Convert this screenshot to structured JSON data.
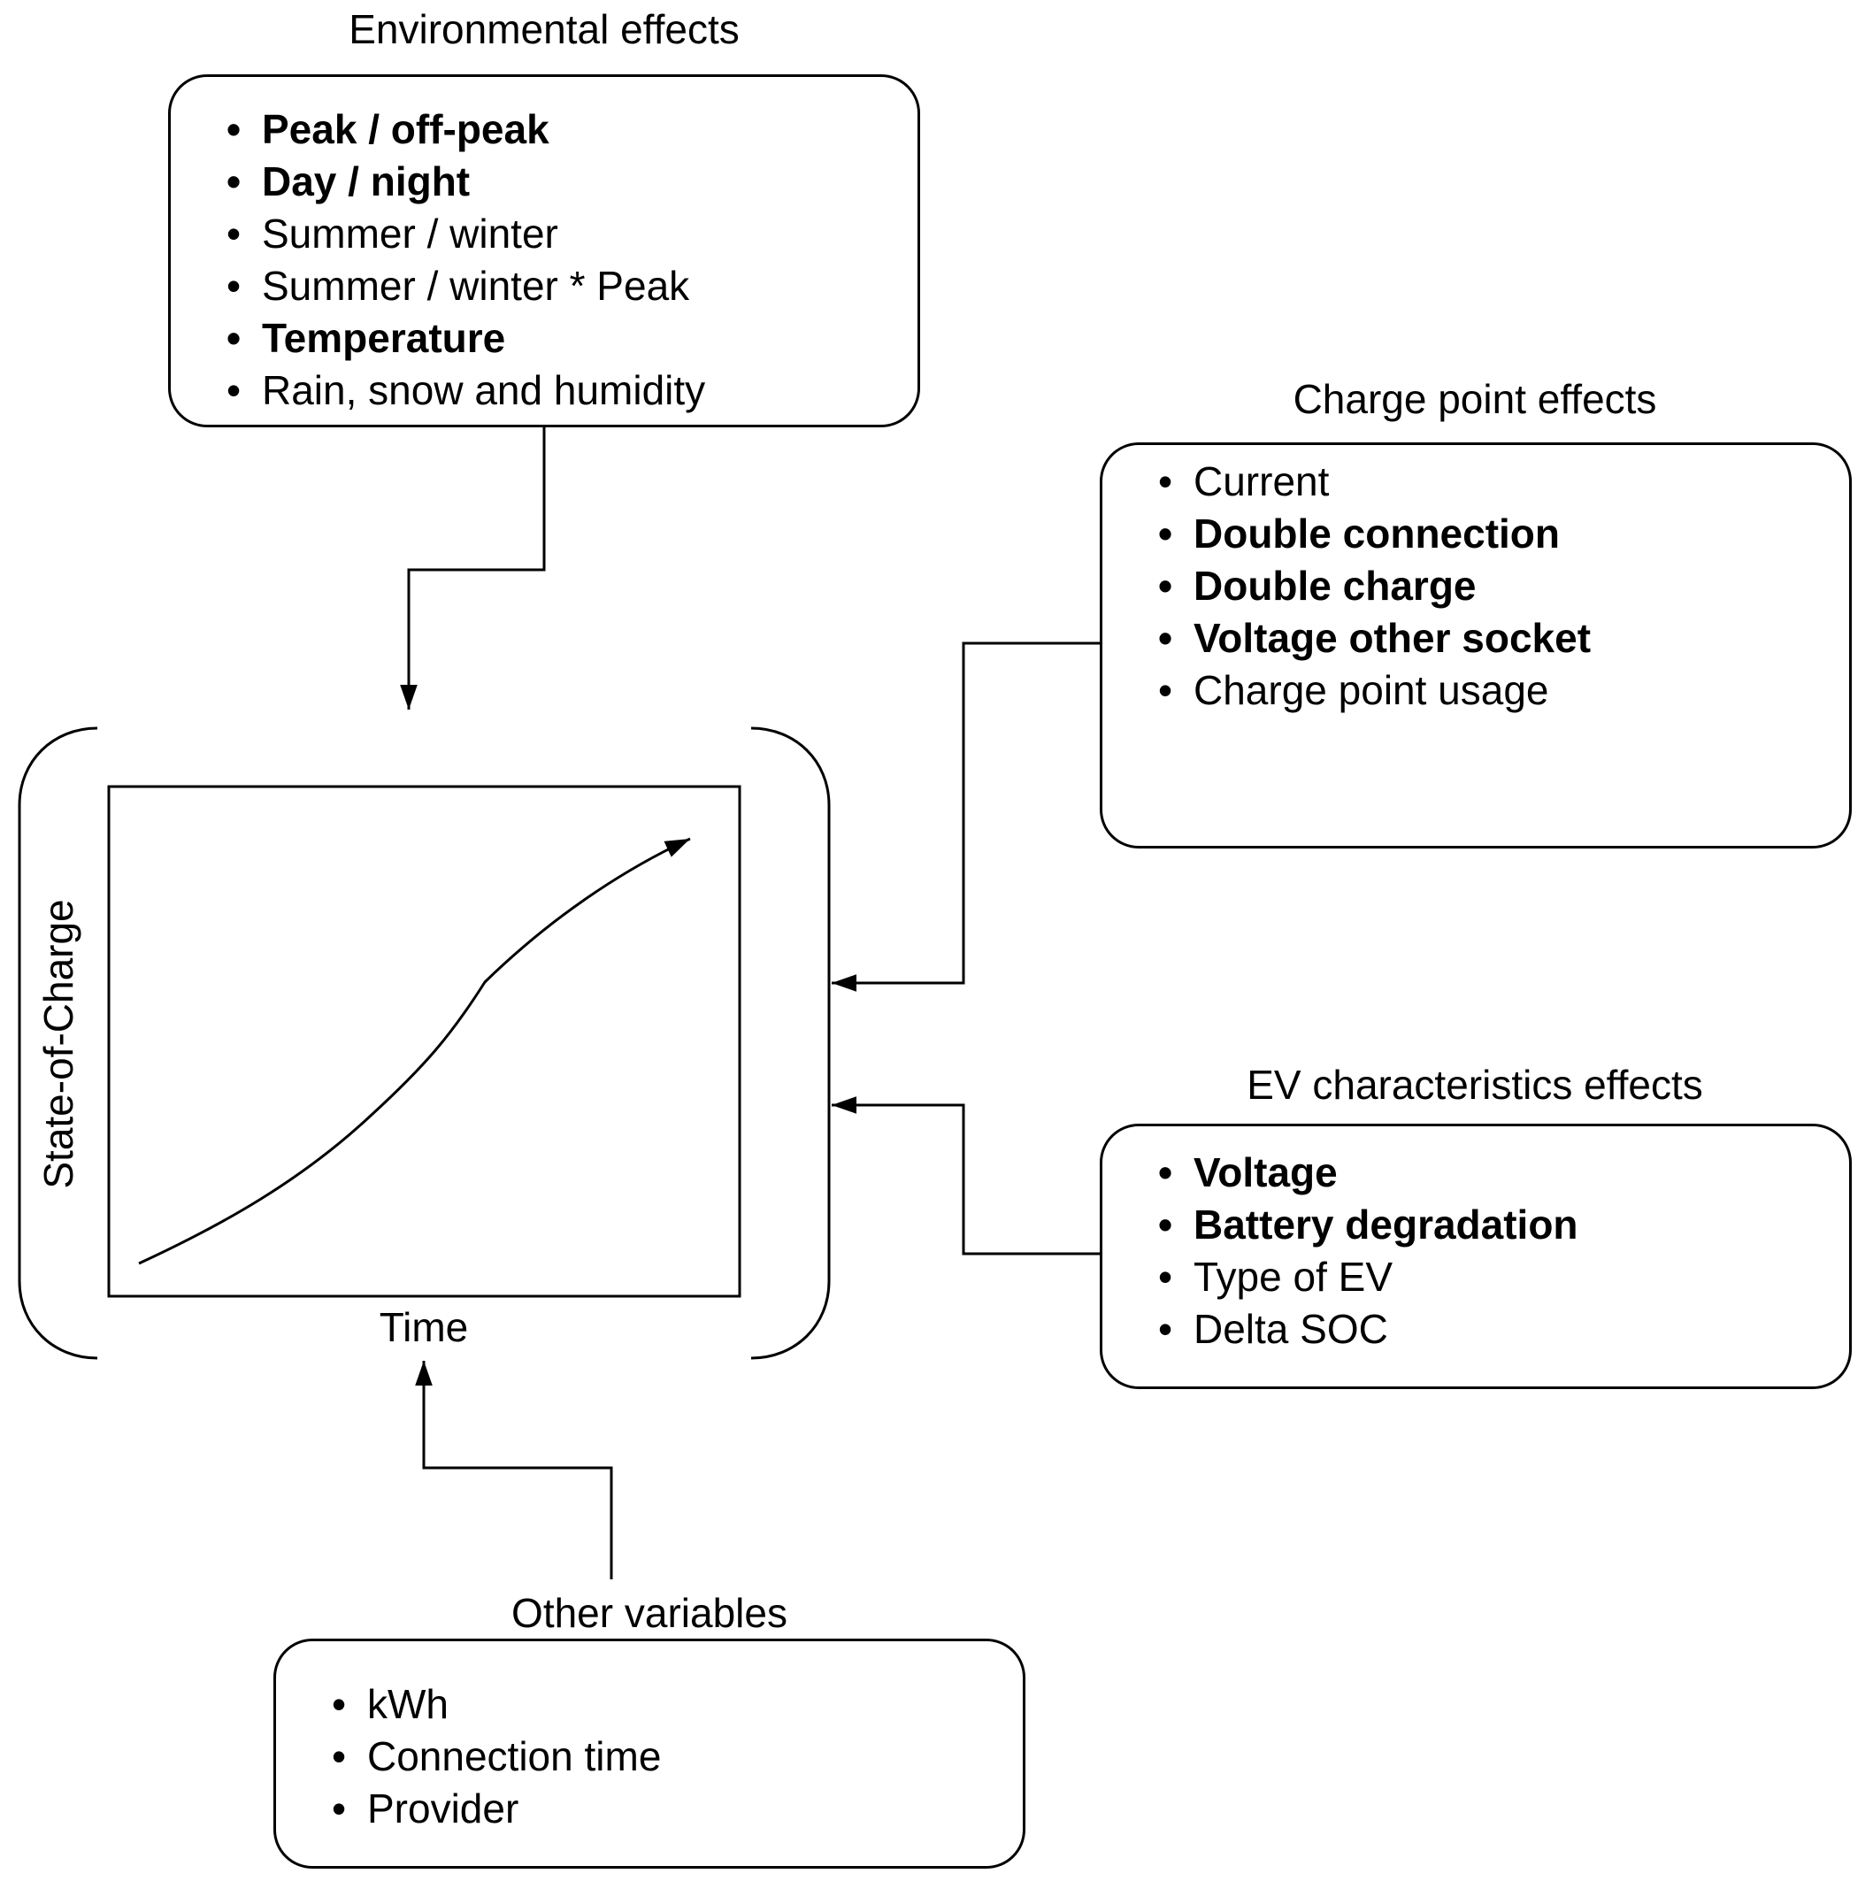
{
  "groups": {
    "environmental": {
      "title": "Environmental effects",
      "items": [
        {
          "text": "Peak / off-peak",
          "bold": true
        },
        {
          "text": "Day / night",
          "bold": true
        },
        {
          "text": "Summer / winter",
          "bold": false
        },
        {
          "text": "Summer / winter * Peak",
          "bold": false
        },
        {
          "text": "Temperature",
          "bold": true
        },
        {
          "text": "Rain, snow and humidity",
          "bold": false
        }
      ]
    },
    "charge_point": {
      "title": "Charge point effects",
      "items": [
        {
          "text": "Current",
          "bold": false
        },
        {
          "text": "Double connection",
          "bold": true
        },
        {
          "text": "Double charge",
          "bold": true
        },
        {
          "text": "Voltage other socket",
          "bold": true
        },
        {
          "text": "Charge point usage",
          "bold": false
        }
      ]
    },
    "ev_characteristics": {
      "title": "EV characteristics effects",
      "items": [
        {
          "text": "Voltage",
          "bold": true
        },
        {
          "text": "Battery degradation",
          "bold": true
        },
        {
          "text": "Type of EV",
          "bold": false
        },
        {
          "text": "Delta SOC",
          "bold": false
        }
      ]
    },
    "other": {
      "title": "Other variables",
      "items": [
        {
          "text": "kWh",
          "bold": false
        },
        {
          "text": "Connection time",
          "bold": false
        },
        {
          "text": "Provider",
          "bold": false
        }
      ]
    }
  },
  "plot": {
    "x_label": "Time",
    "y_label": "State-of-Charge"
  }
}
